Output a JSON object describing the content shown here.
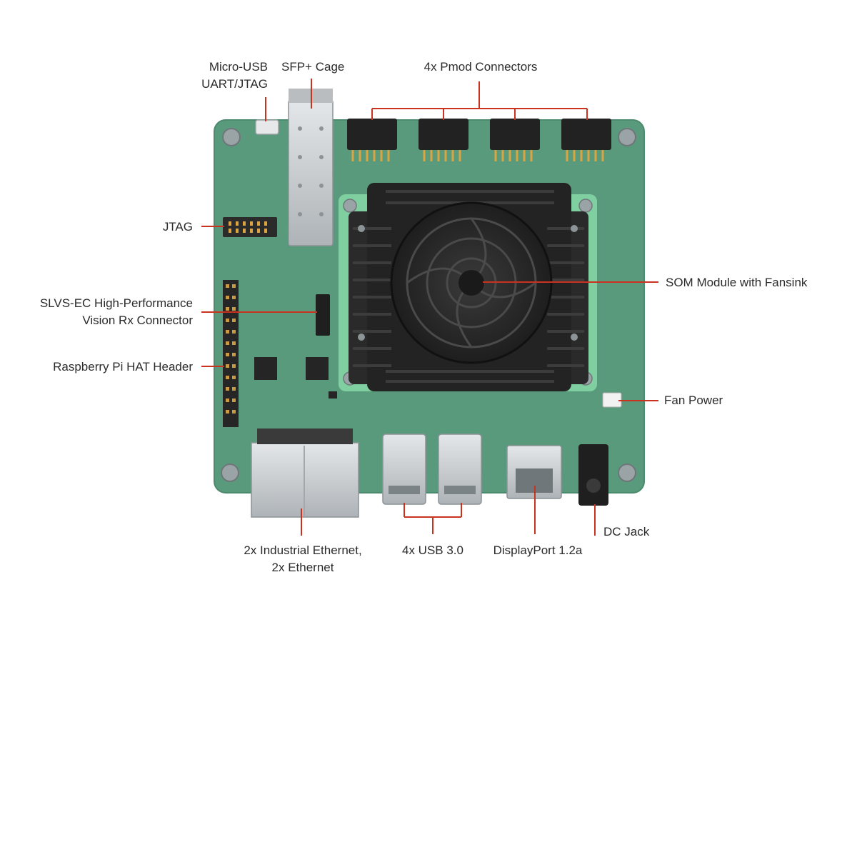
{
  "labels": {
    "micro_usb": [
      "Micro-USB",
      "UART/JTAG"
    ],
    "sfp_cage": "SFP+ Cage",
    "pmod": "4x Pmod Connectors",
    "jtag": "JTAG",
    "slvs": [
      "SLVS-EC High-Performance",
      "Vision Rx Connector"
    ],
    "rpi_hat": "Raspberry Pi HAT Header",
    "som": "SOM Module with Fansink",
    "fan_power": "Fan Power",
    "dc_jack": "DC Jack",
    "ethernet": [
      "2x Industrial Ethernet,",
      "2x Ethernet"
    ],
    "usb": "4x USB 3.0",
    "displayport": "DisplayPort 1.2a"
  },
  "colors": {
    "pcb": "#5a9a7c",
    "pcb_edge": "#4b8a6c",
    "leader": "#c8321e",
    "heatsink": "#2a2a2a",
    "metal": "#c9cdd0",
    "text": "#2b2b2b"
  }
}
